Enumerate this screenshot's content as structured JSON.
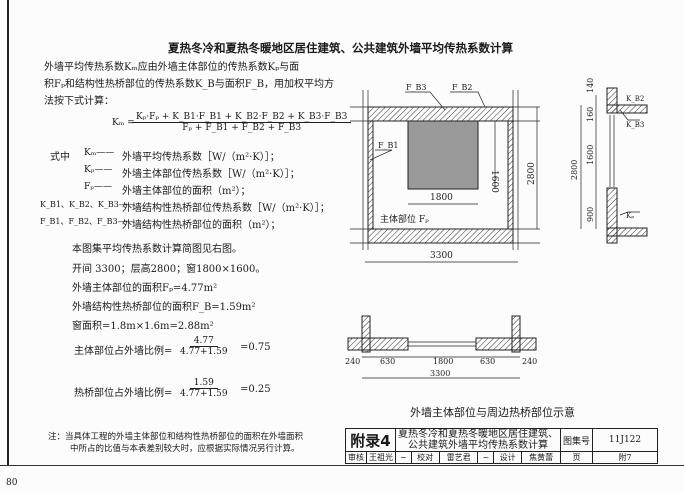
{
  "title": "夏热冬冷和夏热冬暖地区居住建筑、公共建筑外墙平均传热系数计算",
  "intro": [
    "外墙平均传热系数K",
    "应由外墙主体部位的传热系数K",
    "与面",
    "积F",
    "和结构性热桥部位的传热系数K",
    "与面积F",
    "，用加权平均方",
    "法按下式计算："
  ],
  "intro_lines": [
    "外墙平均传热系数Kₘ应由外墙主体部位的传热系数Kₚ与面",
    "积Fₚ和结构性热桥部位的传热系数K_B与面积F_B，用加权平均方",
    "法按下式计算："
  ],
  "formula": {
    "lhs": "Kₘ =",
    "numerator": "Kₚ·Fₚ + K_B1·F_B1 + K_B2·F_B2 + K_B3·F_B3",
    "denominator": "Fₚ + F_B1 + F_B2 + F_B3"
  },
  "where_label": "式中",
  "definitions": [
    {
      "sym": "Kₘ——",
      "desc": "外墙平均传热系数［W/（m²·K）］；"
    },
    {
      "sym": "Kₚ——",
      "desc": "外墙主体部位传热系数［W/（m²·K）］；"
    },
    {
      "sym": "Fₚ——",
      "desc": "外墙主体部位的面积（m²）；"
    },
    {
      "sym": "K_B1、K_B2、K_B3——",
      "desc": "外墙结构性热桥部位传热系数［W/（m²·K）］；"
    },
    {
      "sym": "F_B1、F_B2、F_B3——",
      "desc": "外墙结构性热桥部位的面积（m²）；"
    }
  ],
  "calc_lines": [
    "本图集平均传热系数计算简图见右图。",
    "开间 3300；层高2800；窗1800×1600。",
    "外墙主体部位的面积Fₚ=4.77m²",
    "外墙结构性热桥部位的面积F_B=1.59m²",
    "窗面积=1.8m×1.6m=2.88m²"
  ],
  "ratio1": {
    "label": "主体部位占外墙比例=",
    "num": "4.77",
    "den": "4.77+1.59",
    "result": "=0.75"
  },
  "ratio2": {
    "label": "热桥部位占外墙比例=",
    "num": "1.59",
    "den": "4.77+1.59",
    "result": "=0.25"
  },
  "note": [
    "注：当具体工程的外墙主体部位和结构性热桥部位的面积在外墙面积",
    "中所占的比值与本表差别较大时，应根据实际情况另行计算。"
  ],
  "elevation": {
    "labels": {
      "fb3": "F_B3",
      "fb2": "F_B2",
      "fb1": "F_B1",
      "main": "主体部位 Fₚ"
    },
    "dims": {
      "win_h": "1600",
      "win_w": "1800",
      "height": "2800",
      "width": "3300"
    }
  },
  "section": {
    "labels": {
      "kb2": "K_B2",
      "kb3": "K_B3",
      "kp": "Kₚ"
    },
    "dims": {
      "d140": "140",
      "d160": "160",
      "d1600": "1600",
      "d900": "900",
      "d2800": "2800"
    }
  },
  "plan": {
    "dims": [
      "240",
      "630",
      "1800",
      "630",
      "240"
    ],
    "total": "3300"
  },
  "caption": "外墙主体部位与周边热桥部位示意",
  "title_block": {
    "appendix": "附录4",
    "name1": "夏热冬冷和夏热冬暖地区居住建筑、",
    "name2": "公共建筑外墙平均传热系数计算",
    "atlas_label": "图集号",
    "atlas_no": "11J122",
    "review_label": "审核",
    "reviewer": "王祖光",
    "check_label": "校对",
    "checker": "雷艺君",
    "design_label": "设计",
    "designer": "焦黄蕾",
    "page_label": "页",
    "page_no": "附7"
  },
  "page_number": "80"
}
